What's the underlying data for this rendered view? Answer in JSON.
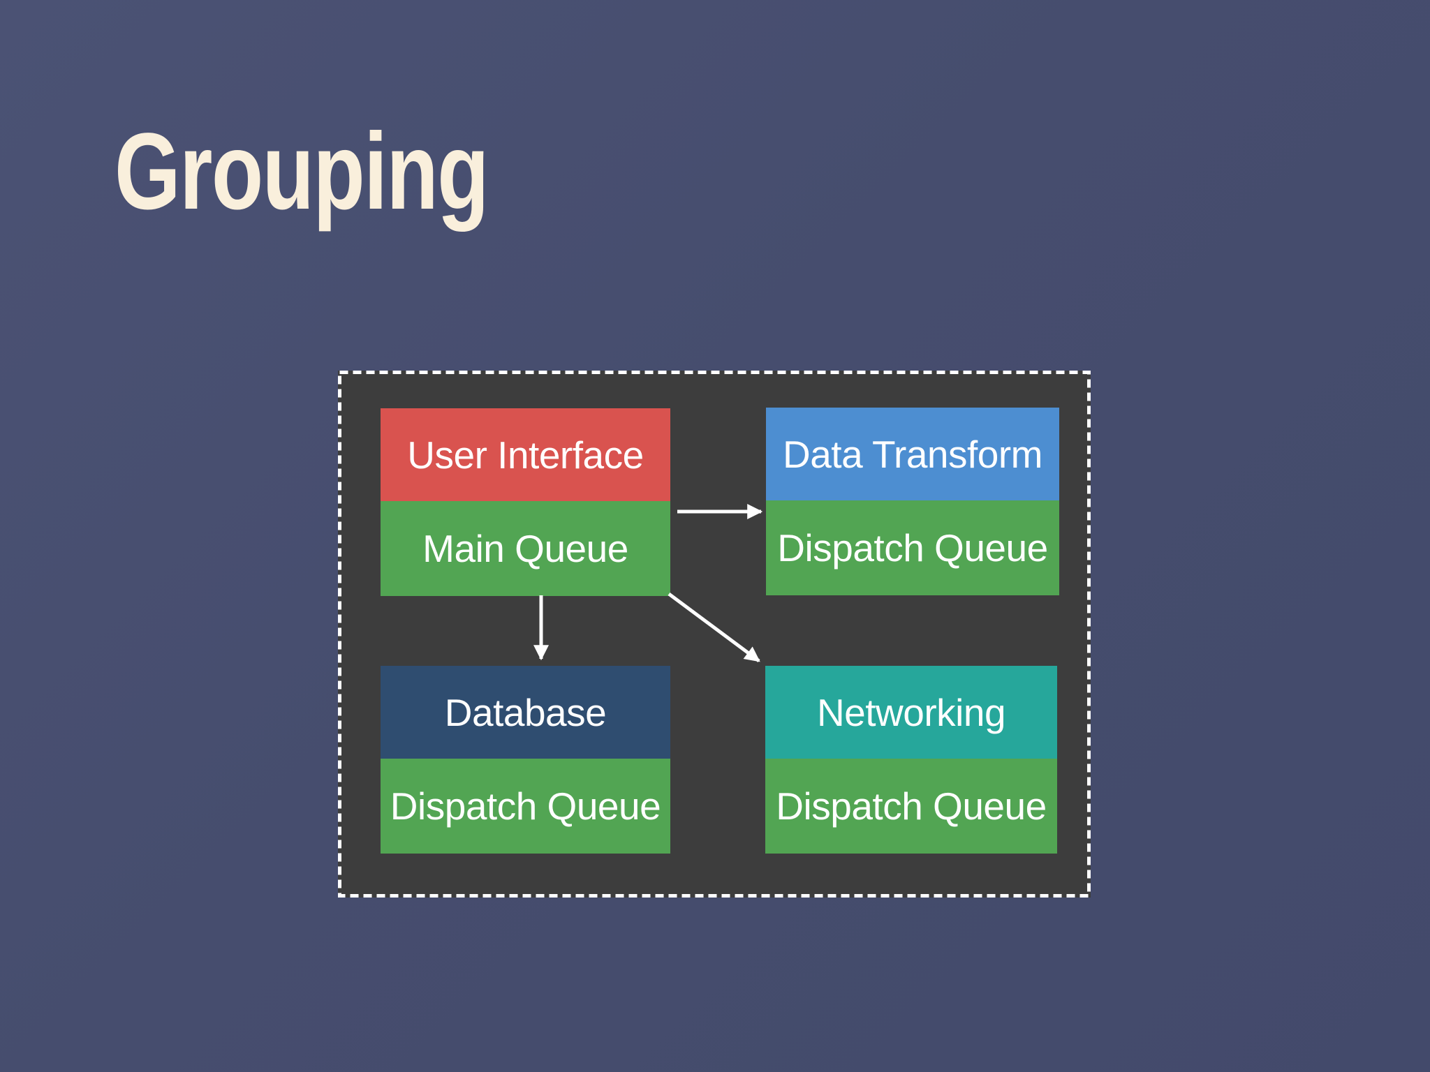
{
  "slide": {
    "title": "Grouping",
    "colors": {
      "background": "#464d6e",
      "panel_background": "#3d3d3d",
      "panel_border": "#ffffff",
      "title_text": "#f9efdc",
      "box_text": "#ffffff",
      "arrow": "#ffffff",
      "red": "#d9534f",
      "green": "#52a553",
      "blue": "#4d8ed1",
      "navy": "#2f4d70",
      "teal": "#26a79b"
    },
    "groups": [
      {
        "component": "User Interface",
        "queue": "Main Queue",
        "component_color": "#d9534f",
        "queue_color": "#52a553"
      },
      {
        "component": "Data Transform",
        "queue": "Dispatch Queue",
        "component_color": "#4d8ed1",
        "queue_color": "#52a553"
      },
      {
        "component": "Database",
        "queue": "Dispatch Queue",
        "component_color": "#2f4d70",
        "queue_color": "#52a553"
      },
      {
        "component": "Networking",
        "queue": "Dispatch Queue",
        "component_color": "#26a79b",
        "queue_color": "#52a553"
      }
    ],
    "arrows": [
      {
        "from": "main-queue",
        "to": "data-transform-dispatch-queue"
      },
      {
        "from": "main-queue",
        "to": "database-dispatch-queue"
      },
      {
        "from": "main-queue",
        "to": "networking-dispatch-queue"
      }
    ]
  }
}
